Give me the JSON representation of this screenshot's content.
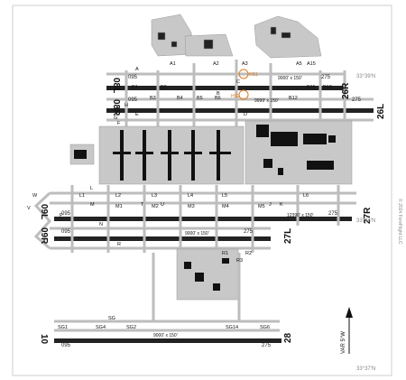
{
  "copyright": "© 2024 ForeFlight LLC",
  "runways": {
    "r08L": "08L",
    "r26R": "26R",
    "r08R": "08R",
    "r26L": "26L",
    "r09L": "09L",
    "r27R": "27R",
    "r09R": "09R",
    "r27L": "27L",
    "r10": "10",
    "r28": "28"
  },
  "dims": {
    "d26R": "9000' x 150'",
    "d26L": "9999' x 150'",
    "d27R": "12390' x 150'",
    "d27L": "9000' x 150'",
    "d28": "9000' x 150'"
  },
  "hot_spots": {
    "hs1": "HS1",
    "hs2": "HS2"
  },
  "latitudes": {
    "n1": "33°39'N",
    "n2": "33°38'N",
    "n3": "33°37'N"
  },
  "var_label": "VAR 5°W",
  "elevations": {
    "e095a": "095",
    "e275a": "275",
    "e095b": "095",
    "e275b": "275",
    "e095c": "095",
    "e275c": "275",
    "e095d": "095",
    "e275d": "275",
    "e095e": "095",
    "e275e": "275"
  },
  "taxiway_labels": {
    "A": "A",
    "A1": "A1",
    "A2": "A2",
    "A3": "A3",
    "A5": "A5",
    "A15": "A15",
    "B": "B",
    "B1": "B1",
    "B2": "B2",
    "B3": "B3",
    "B4": "B4",
    "B5": "B5",
    "B6": "B6",
    "B11": "B11",
    "B12": "B12",
    "B13": "B13",
    "C": "C",
    "D": "D",
    "E": "E",
    "F": "F",
    "G": "G",
    "H": "H",
    "L": "L",
    "L1": "L1",
    "L2": "L2",
    "L3": "L3",
    "L4": "L4",
    "L5": "L5",
    "L6": "L6",
    "M": "M",
    "M1": "M1",
    "M2": "M2",
    "M3": "M3",
    "M4": "M4",
    "M5": "M5",
    "N": "N",
    "P": "P",
    "R": "R",
    "R1": "R1",
    "R2": "R2",
    "R3": "R3",
    "SG": "SG",
    "SG1": "SG1",
    "SG2": "SG2",
    "SG4": "SG4",
    "SG6": "SG6",
    "SG14": "SG14",
    "V": "V",
    "W": "W",
    "J": "J",
    "K": "K",
    "T": "T",
    "U": "U"
  }
}
